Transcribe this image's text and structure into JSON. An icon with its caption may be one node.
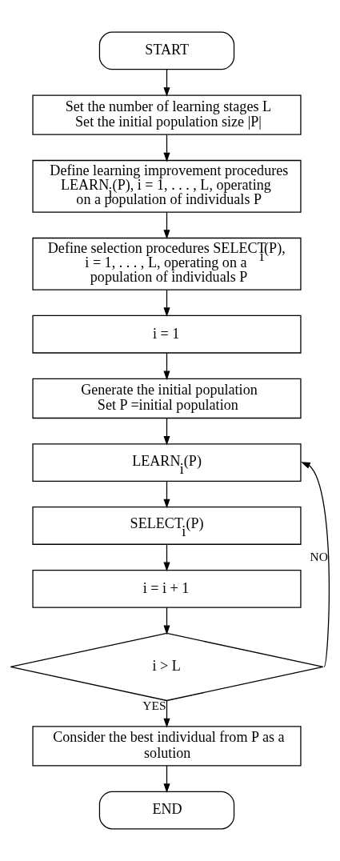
{
  "diagram": {
    "nodes": [
      {
        "text": [
          "START"
        ]
      },
      {
        "text": [
          "Set the number of learning stages L",
          "Set the initial population size |P|"
        ]
      },
      {
        "text": [
          "Define learning improvement procedures LEARN$_{i}$(P), i = 1, . . . , L, operating on a population of individuals P"
        ]
      },
      {
        "text": [
          "Define selection procedures SELECT$_{i}$(P), i = 1, . . . , L, operating on a population of individuals P"
        ]
      },
      {
        "text": [
          "i = 1"
        ]
      },
      {
        "text": [
          "Generate the initial population",
          "Set P =initial population"
        ]
      },
      {
        "text": [
          "LEARN$_{i}$(P)"
        ]
      },
      {
        "text": [
          "SELECT$_{i}$(P)"
        ]
      },
      {
        "text": [
          "i = i + 1"
        ]
      },
      {
        "text": [
          "i > L"
        ]
      },
      {
        "text": [
          "Consider the best individual from P as a solution"
        ]
      },
      {
        "text": [
          "END"
        ]
      }
    ],
    "edges": [
      {
        "from": 0,
        "to": 1,
        "arrow": "to"
      },
      {
        "from": 1,
        "to": 2,
        "arrow": "to"
      },
      {
        "from": 2,
        "to": 3,
        "arrow": "to"
      },
      {
        "from": 3,
        "to": 4,
        "arrow": "to"
      },
      {
        "from": 4,
        "to": 5,
        "arrow": "to"
      },
      {
        "from": 5,
        "to": 6,
        "arrow": "to"
      },
      {
        "from": 6,
        "to": 7,
        "arrow": "to"
      },
      {
        "from": 7,
        "to": 8,
        "arrow": "to"
      },
      {
        "from": 8,
        "to": 9,
        "arrow": "to"
      },
      {
        "from": 9,
        "to": 10,
        "label": "YES",
        "arrow": "to"
      },
      {
        "from": 9,
        "to": 6,
        "label": "NO",
        "arrow": "to"
      },
      {
        "from": 10,
        "to": 11,
        "arrow": "to"
      }
    ]
  }
}
